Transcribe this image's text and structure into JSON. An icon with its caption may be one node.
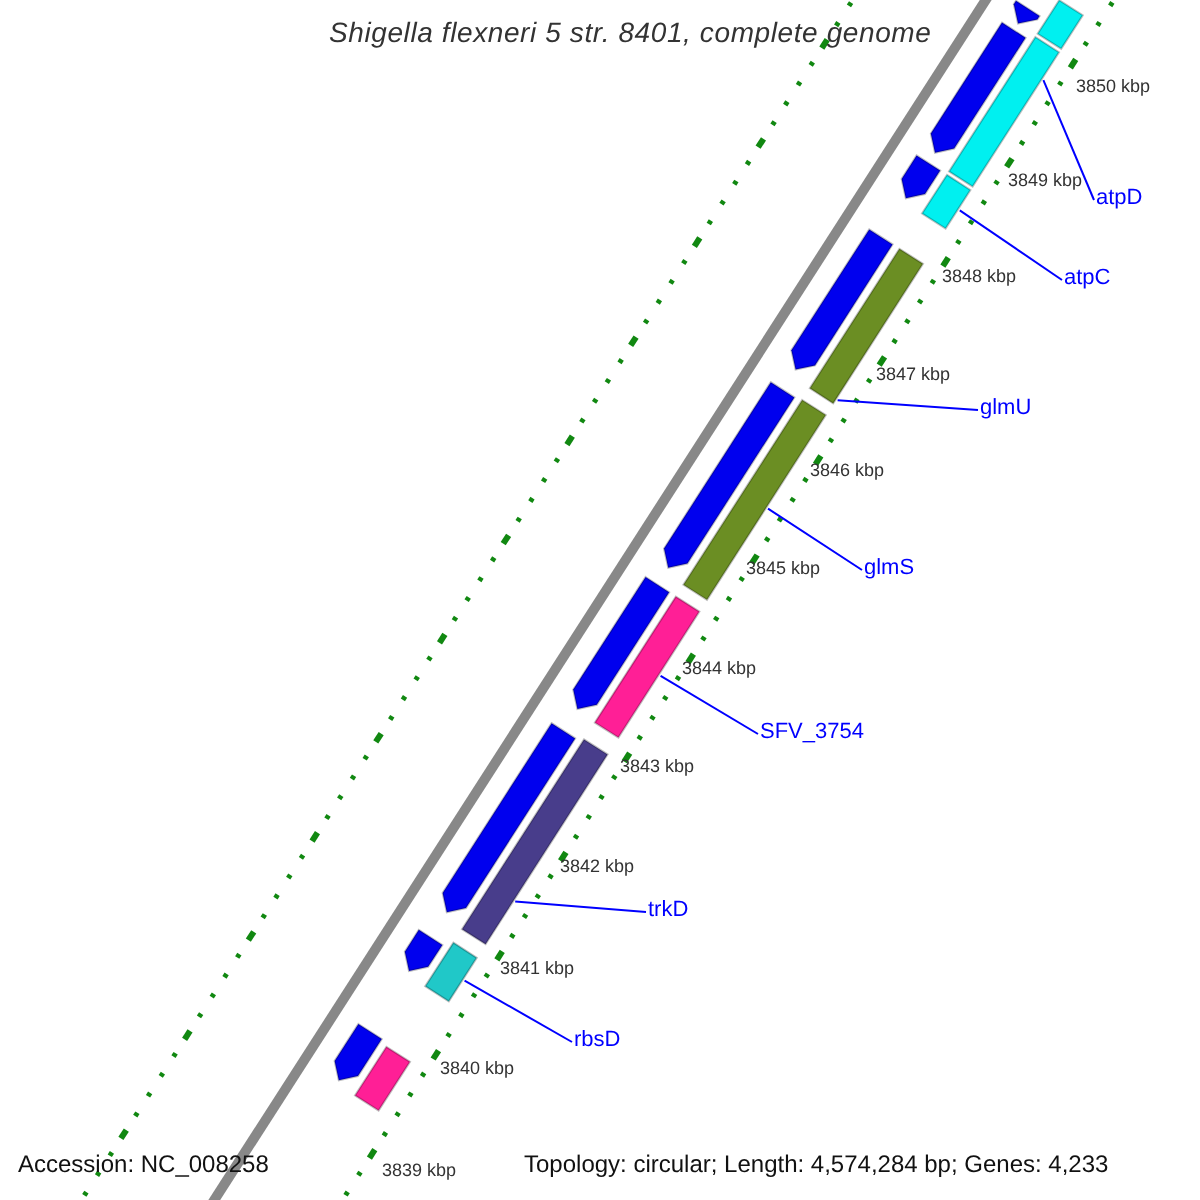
{
  "diagram": {
    "title": "Shigella flexneri 5 str. 8401, complete genome",
    "nodes": [
      {
        "text": [
          "atpD"
        ]
      },
      {
        "text": [
          "atpC"
        ]
      },
      {
        "text": [
          "glmU"
        ]
      },
      {
        "text": [
          "glmS"
        ]
      },
      {
        "text": [
          "SFV_3754"
        ]
      },
      {
        "text": [
          "trkD"
        ]
      },
      {
        "text": [
          "rbsD"
        ]
      },
      {
        "text": [],
        "shape": "arrow"
      },
      {
        "text": [],
        "shape": "bar"
      },
      {
        "text": [],
        "shape": "arrow"
      },
      {
        "text": [],
        "shape": "bar"
      },
      {
        "text": [],
        "shape": "arrow"
      },
      {
        "text": [],
        "shape": "bar"
      },
      {
        "text": [],
        "shape": "arrow"
      },
      {
        "text": [],
        "shape": "bar"
      },
      {
        "text": [],
        "shape": "arrow"
      },
      {
        "text": [],
        "shape": "bar"
      },
      {
        "text": [],
        "shape": "arrow"
      },
      {
        "text": [],
        "shape": "bar"
      },
      {
        "text": [],
        "shape": "arrow"
      },
      {
        "text": [],
        "shape": "bar"
      },
      {
        "text": [],
        "shape": "arrow"
      },
      {
        "text": [],
        "shape": "bar"
      },
      {
        "text": [],
        "shape": "arrow"
      },
      {
        "text": [],
        "shape": "bar"
      }
    ],
    "edges": [
      {
        "from": 0,
        "to": 10,
        "arrow": "none"
      },
      {
        "from": 1,
        "to": 12,
        "arrow": "none"
      },
      {
        "from": 2,
        "to": 14,
        "arrow": "none"
      },
      {
        "from": 3,
        "to": 16,
        "arrow": "none"
      },
      {
        "from": 4,
        "to": 18,
        "arrow": "none"
      },
      {
        "from": 5,
        "to": 20,
        "arrow": "none"
      },
      {
        "from": 6,
        "to": 22,
        "arrow": "none"
      }
    ],
    "labels": [
      "3850 kbp",
      "3849 kbp",
      "3848 kbp",
      "3847 kbp",
      "3846 kbp",
      "3845 kbp",
      "3844 kbp",
      "3843 kbp",
      "3842 kbp",
      "3841 kbp",
      "3840 kbp",
      "3839 kbp",
      "Accession: NC_008258",
      "Topology: circular; Length: 4,574,284 bp; Genes: 4,233"
    ]
  }
}
